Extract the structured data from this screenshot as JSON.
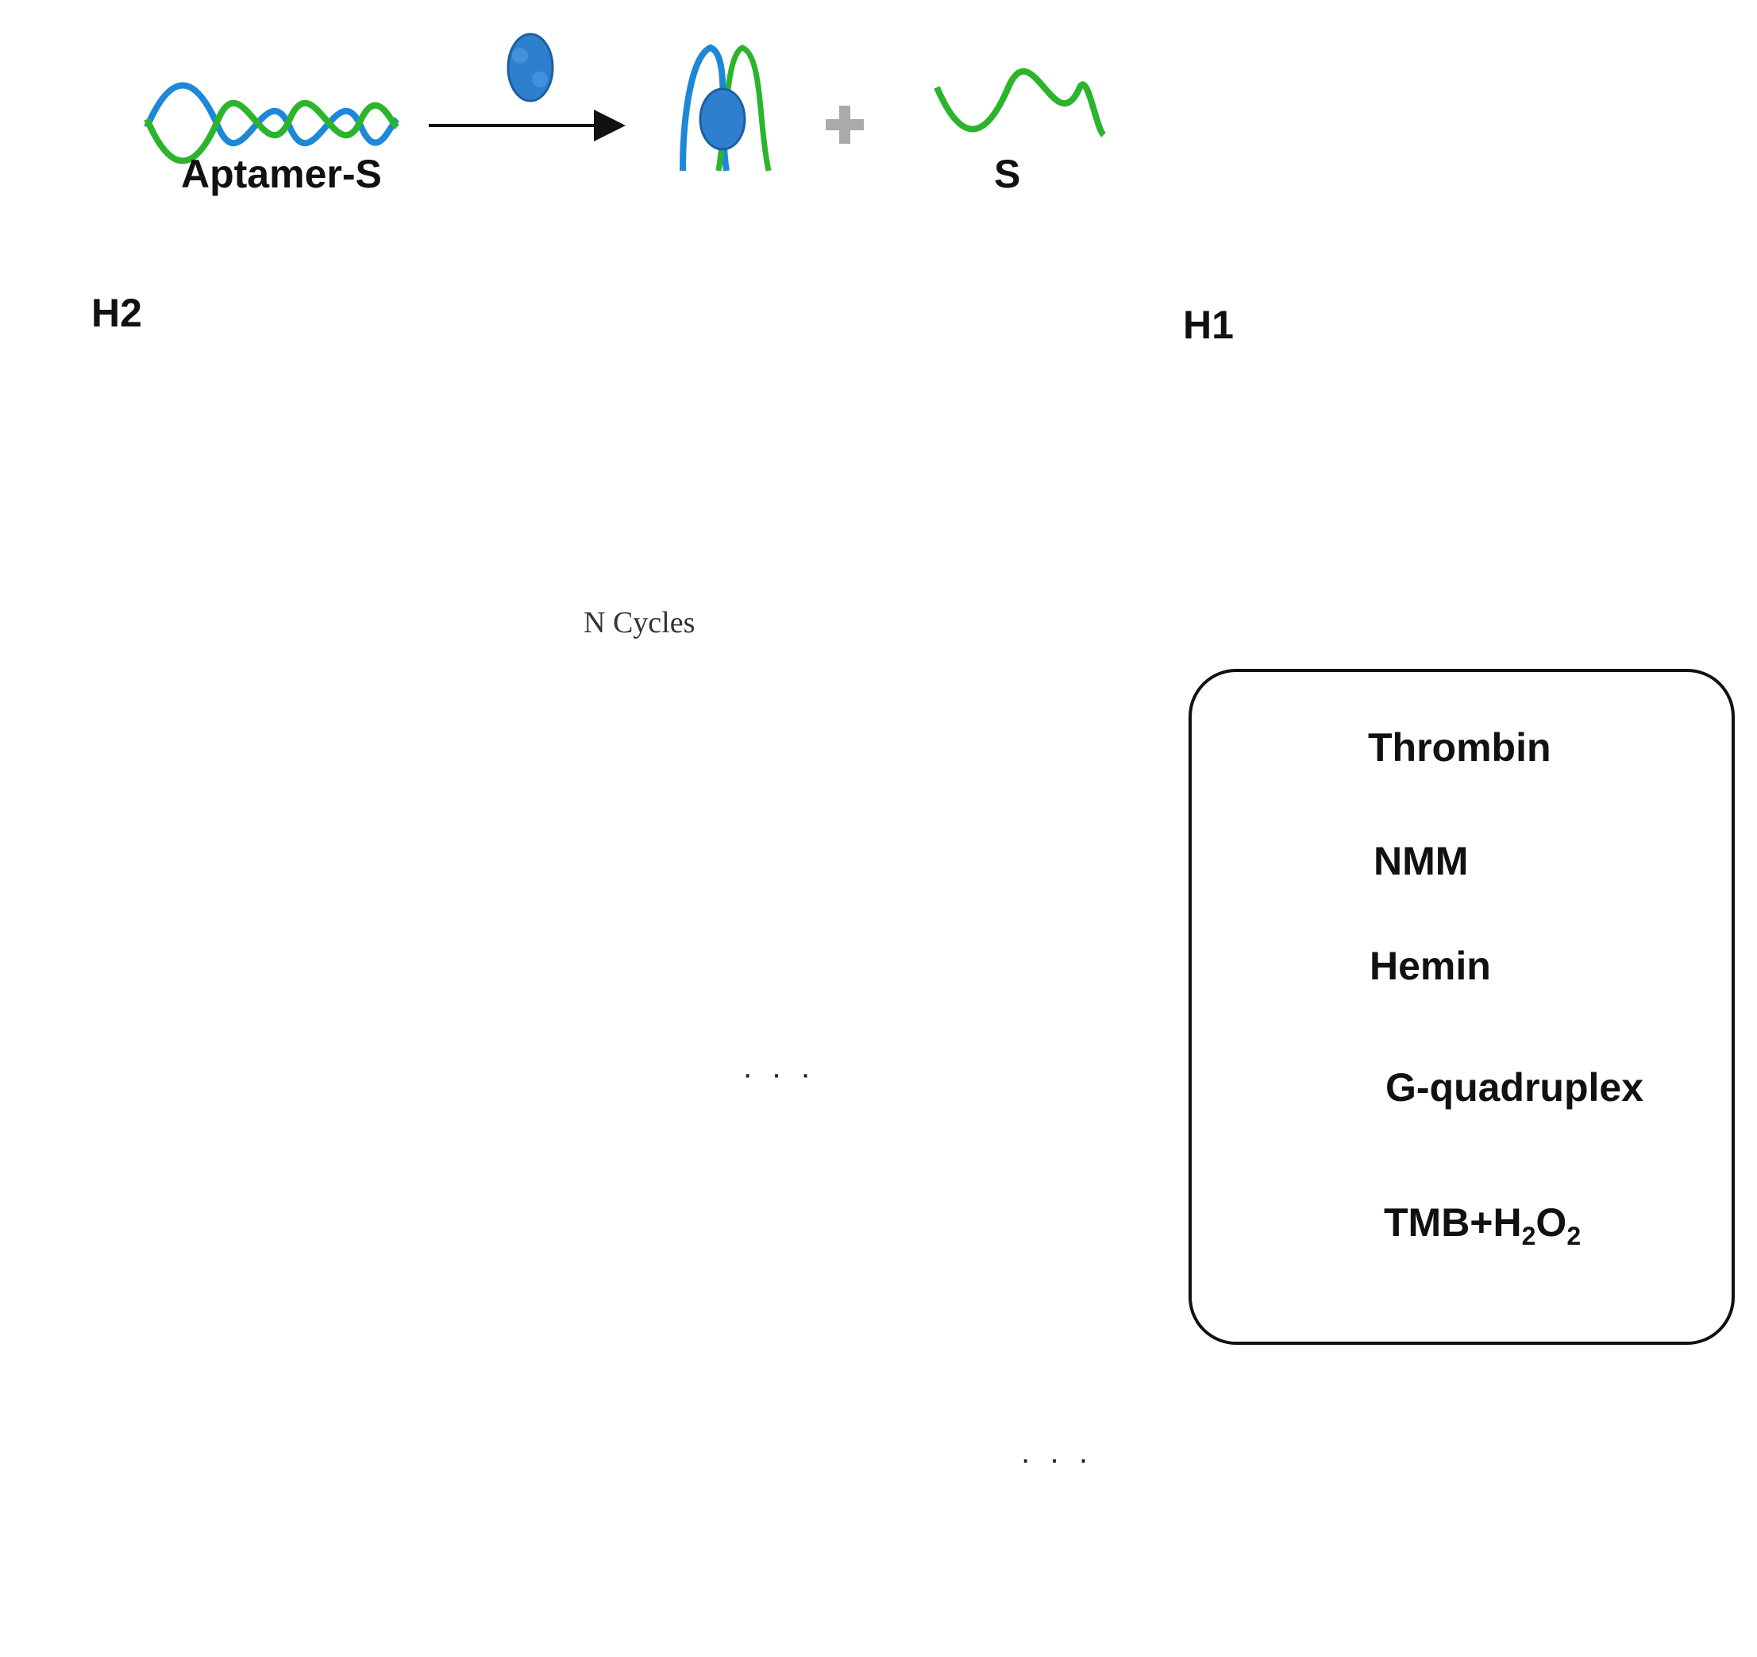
{
  "labels": {
    "aptamer_s": "Aptamer-S",
    "s": "S",
    "h1": "H1",
    "h2": "H2",
    "n_cycles": "N Cycles",
    "dots_1": "· · ·",
    "dots_2": "· · ·"
  },
  "legend": {
    "thrombin": "Thrombin",
    "nmm": "NMM",
    "hemin": "Hemin",
    "g_quadruplex": "G-quadruplex",
    "tmb_prefix": "TMB+H",
    "tmb_sub1": "2",
    "tmb_mid": "O",
    "tmb_sub2": "2"
  },
  "colors": {
    "strand_green": "#1fae1f",
    "strand_orange": "#f08a10",
    "strand_blue": "#1e88d8",
    "thrombin_blue": "#2f7fcf",
    "nmm_yellow": "#f3ef3a",
    "hemin_red": "#e01818",
    "tube_cyan": "#20c8e8",
    "glow_yellow": "#f6f230"
  }
}
